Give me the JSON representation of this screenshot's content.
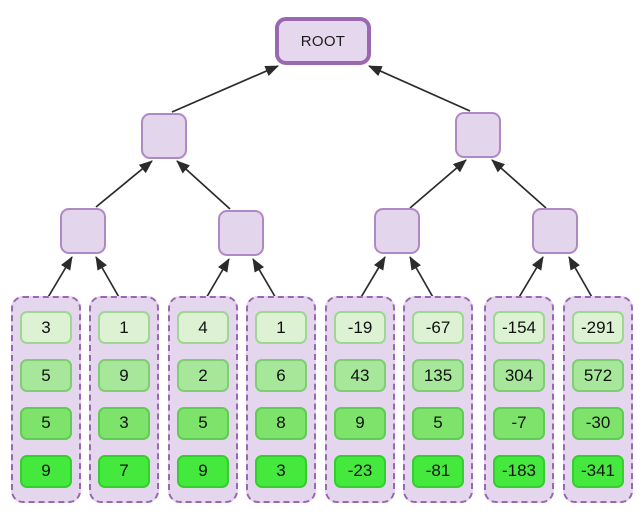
{
  "diagram": {
    "type": "aggregation-tree",
    "root": {
      "label": "ROOT"
    },
    "level2": [
      {
        "label": ""
      },
      {
        "label": ""
      }
    ],
    "level3": [
      {
        "label": ""
      },
      {
        "label": ""
      },
      {
        "label": ""
      },
      {
        "label": ""
      }
    ],
    "leaf_columns": [
      {
        "values": [
          "3",
          "5",
          "5",
          "9"
        ]
      },
      {
        "values": [
          "1",
          "9",
          "3",
          "7"
        ]
      },
      {
        "values": [
          "4",
          "2",
          "5",
          "9"
        ]
      },
      {
        "values": [
          "1",
          "6",
          "8",
          "3"
        ]
      },
      {
        "values": [
          "-19",
          "43",
          "9",
          "-23"
        ]
      },
      {
        "values": [
          "-67",
          "135",
          "5",
          "-81"
        ]
      },
      {
        "values": [
          "-154",
          "304",
          "-7",
          "-183"
        ]
      },
      {
        "values": [
          "-291",
          "572",
          "-30",
          "-341"
        ]
      }
    ],
    "colors": {
      "node_fill": "#e3d5ec",
      "node_border": "#b088c4",
      "root_border": "#9a68b0",
      "leaf_container_fill": "#e4d6ed",
      "leaf_container_border": "#9a68b0",
      "edge": "#2b2b2b",
      "value_shades": [
        "#dcf2d2",
        "#a6e79a",
        "#7de36b",
        "#45e83c"
      ]
    }
  }
}
